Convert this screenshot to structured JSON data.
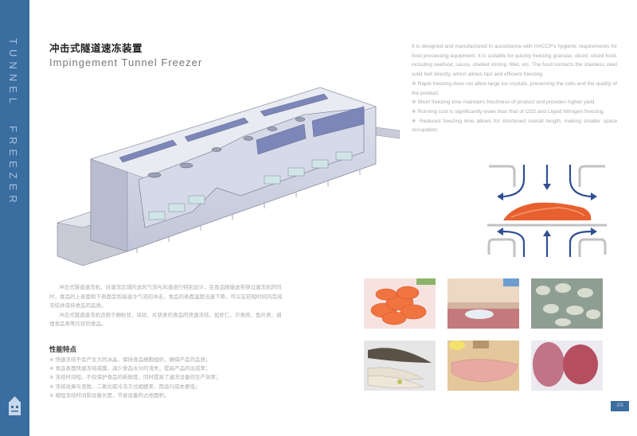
{
  "sidebar": {
    "vertical_title_line1": "TUNNEL",
    "vertical_title_line2": "FREEZER",
    "color": "#3a6da0",
    "logo_icon": "company-logo-icon"
  },
  "header": {
    "title_cn": "冲击式隧道速冻装置",
    "title_en": "Impingement Tunnel Freezer"
  },
  "english_description": {
    "intro": "It is designed and manufactured in accordance with HACCP's hygienic requirements for food processing equipment. It is suitable for quickly freezing granular, diced, sliced food, including seafood, sauce, shelled shrimp, fillet, etc. The food contacts the stainless steel solid belt directly, which allows fast and efficient freezing.",
    "bullets": [
      "※ Rapid freezing does not allow large ice crystals, preserving the cells and the quality of the product.",
      "※ Short freezing time maintains freshness of product and provides higher yield.",
      "※ Running cost is significantly lower than that of CO2 and Liquid Nitrogen freezing.",
      "※ Reduced freezing time allows for shortened overall length, making smaller space occupation."
    ]
  },
  "chinese_description": {
    "paragraphs": [
      "冲击式隧道速冻机，对速冻区域的送风气流与风道进行特别设计，在食品随输送带穿过速冻机的同时，食品的上表面和下表面受到高速冷气流的冲击，食品的表面温度迅速下降，可以在较短时间内完成冻结并保持食品的品质。",
      "冲击式隧道速冻机适用于颗粒状、块状、片状类的食品的快速冻结，如虾仁、贝类肉、鱼片类、调理食品类等片状的食品。"
    ]
  },
  "features": {
    "title": "性能特点",
    "items": [
      "※ 快速冻结不会产生大的冰晶，保持食品细胞组织，确保产品的品质；",
      "※ 食品表面快速冻结成膜，减少食品水分的流失，提高产品的出成率；",
      "※ 冻结时间短，不仅保护食品的新鲜度，同时提高了速冻设备的生产效率；",
      "※ 冻结效果与液氮、二氧化碳冷冻方式相媲美，而运行成本更低；",
      "※ 缩短冻结时间和设备长度，节省设备的占地面积。"
    ]
  },
  "photos": [
    {
      "name": "cooked-shrimp-photo"
    },
    {
      "name": "peeled-shrimp-photo"
    },
    {
      "name": "frozen-shrimp-photo"
    },
    {
      "name": "whole-fish-fillet-photo"
    },
    {
      "name": "fish-fillet-photo"
    },
    {
      "name": "ground-meat-patty-photo"
    }
  ],
  "page_number": "2/3"
}
